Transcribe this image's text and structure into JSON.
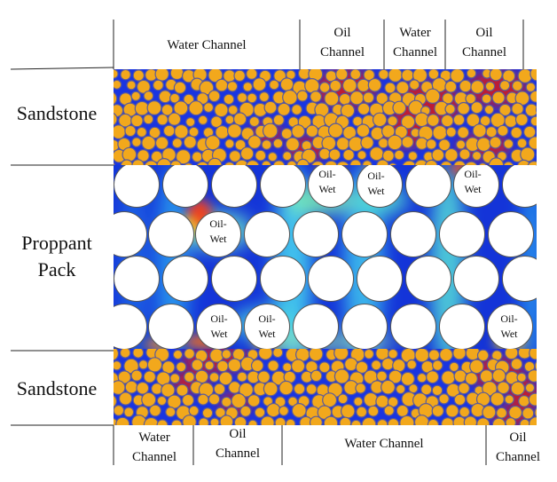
{
  "top_channels": [
    {
      "label": "Water Channel",
      "kind": "water"
    },
    {
      "label": "Oil\nChannel",
      "kind": "oil"
    },
    {
      "label": "Water\nChannel",
      "kind": "water"
    },
    {
      "label": "Oil\nChannel",
      "kind": "oil"
    }
  ],
  "bottom_channels": [
    {
      "label": "Water\nChannel",
      "kind": "water"
    },
    {
      "label": "Oil\nChannel",
      "kind": "oil"
    },
    {
      "label": "Water Channel",
      "kind": "water"
    },
    {
      "label": "Oil\nChannel",
      "kind": "oil"
    }
  ],
  "layers": {
    "top": "Sandstone",
    "middle": "Proppant\nPack",
    "bottom": "Sandstone"
  },
  "oil_wet_label": "Oil-\nWet",
  "colors": {
    "water_blue": "#1a35e0",
    "deep_blue": "#0a1aa8",
    "grain_orange": "#f2a81c",
    "grain_edge": "#5a5a9a",
    "oil_red": "#d81818",
    "proppant_white": "#ffffff"
  }
}
